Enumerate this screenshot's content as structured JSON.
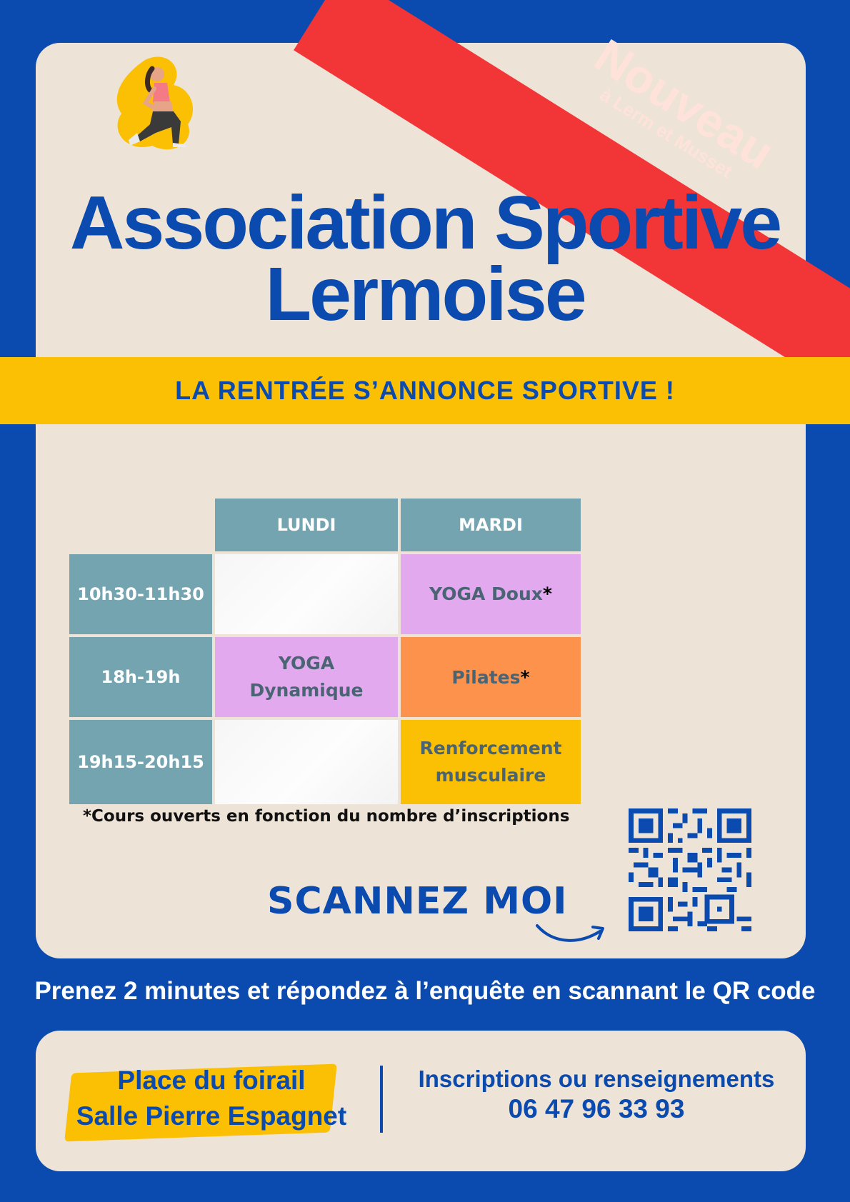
{
  "banner": {
    "main": "Nouveau",
    "sub": "à Lerm et Musset"
  },
  "title": {
    "line1": "Association Sportive",
    "line2": "Lermoise"
  },
  "tagline": "LA RENTRÉE S’ANNONCE SPORTIVE !",
  "schedule": {
    "headers": [
      "LUNDI",
      "MARDI"
    ],
    "rows": [
      {
        "time": "10h30-11h30",
        "lundi": "",
        "mardi": "YOGA Doux",
        "mardi_star": "*"
      },
      {
        "time": "18h-19h",
        "lundi_line1": "YOGA",
        "lundi_line2": "Dynamique",
        "mardi": "Pilates",
        "mardi_star": "*"
      },
      {
        "time": "19h15-20h15",
        "lundi": "",
        "mardi_line1": "Renforcement",
        "mardi_line2": "musculaire"
      }
    ],
    "colors": {
      "header": "#75a4b1",
      "purple": "#e3a9ef",
      "orange": "#fd924c",
      "yellow": "#fbbf04"
    }
  },
  "note": "*Cours ouverts en fonction du nombre d’inscriptions",
  "scan_label": "SCANNEZ  MOI",
  "survey": "Prenez 2 minutes et répondez à l’enquête en scannant le QR code",
  "place": {
    "line1": "Place du foirail",
    "line2": "Salle Pierre Espagnet"
  },
  "contact": {
    "label": "Inscriptions ou renseignements",
    "phone": "06 47 96 33 93"
  },
  "icons": [
    "fitness-woman-icon",
    "curved-arrow-icon",
    "qr-code"
  ],
  "colors": {
    "brand_blue": "#0b4aaf",
    "beige": "#ede3d6",
    "red": "#f23537",
    "yellow": "#fbbf04"
  }
}
